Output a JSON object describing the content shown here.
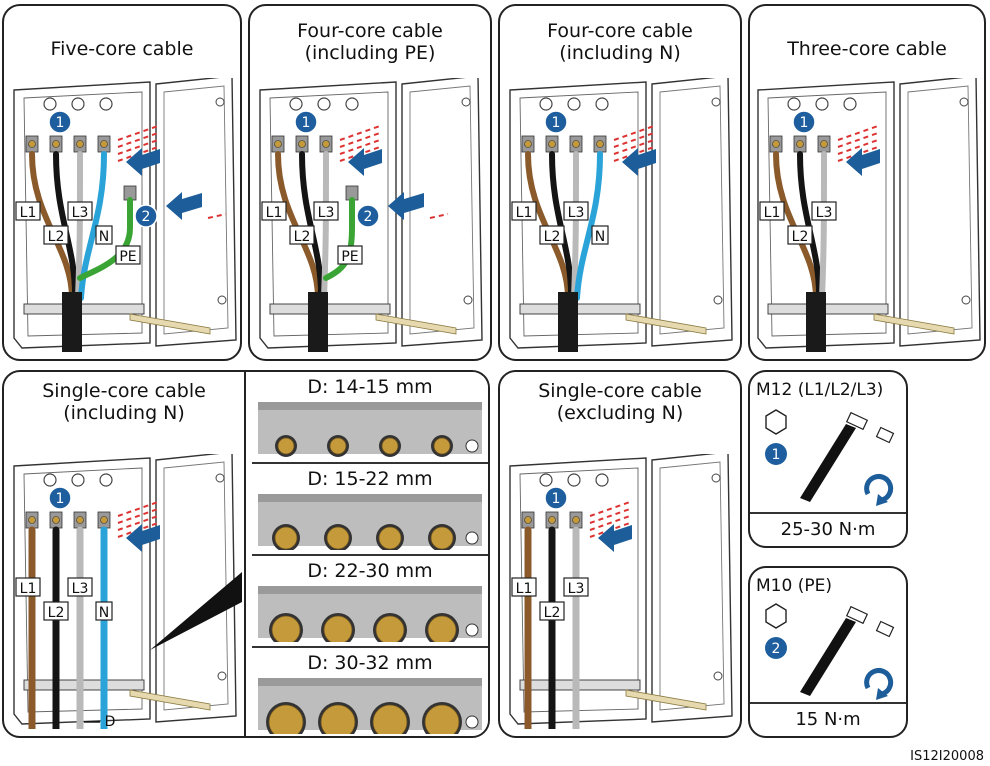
{
  "panels": {
    "five_core": {
      "title_lines": [
        "Five-core cable"
      ]
    },
    "four_core_pe": {
      "title_lines": [
        "Four-core cable",
        "(including PE)"
      ]
    },
    "four_core_n": {
      "title_lines": [
        "Four-core cable",
        "(including N)"
      ]
    },
    "three_core": {
      "title_lines": [
        "Three-core cable"
      ]
    },
    "single_core_n": {
      "title_lines": [
        "Single-core cable",
        "(including N)"
      ]
    },
    "single_core_no_n": {
      "title_lines": [
        "Single-core cable",
        "(excluding N)"
      ]
    }
  },
  "labels": {
    "L1": "L1",
    "L2": "L2",
    "L3": "L3",
    "N": "N",
    "PE": "PE",
    "D": "D",
    "step1": "1",
    "step2": "2"
  },
  "diameters": [
    {
      "label": "D: 14-15 mm"
    },
    {
      "label": "D: 15-22 mm"
    },
    {
      "label": "D: 22-30 mm"
    },
    {
      "label": "D: 30-32 mm"
    }
  ],
  "torque": [
    {
      "title": "M12 (L1/L2/L3)",
      "step": "1",
      "value": "25-30 N·m"
    },
    {
      "title": "M10 (PE)",
      "step": "2",
      "value": "15 N·m"
    }
  ],
  "figure_code": "IS12I20008",
  "colors": {
    "brown": "#8a5a2b",
    "black": "#141414",
    "gray": "#b9b9b9",
    "blue": "#2aa3d8",
    "green": "#3aa535",
    "step": "#1f5e9e",
    "arrow": "#1d5d99",
    "brass": "#c59a3a"
  }
}
